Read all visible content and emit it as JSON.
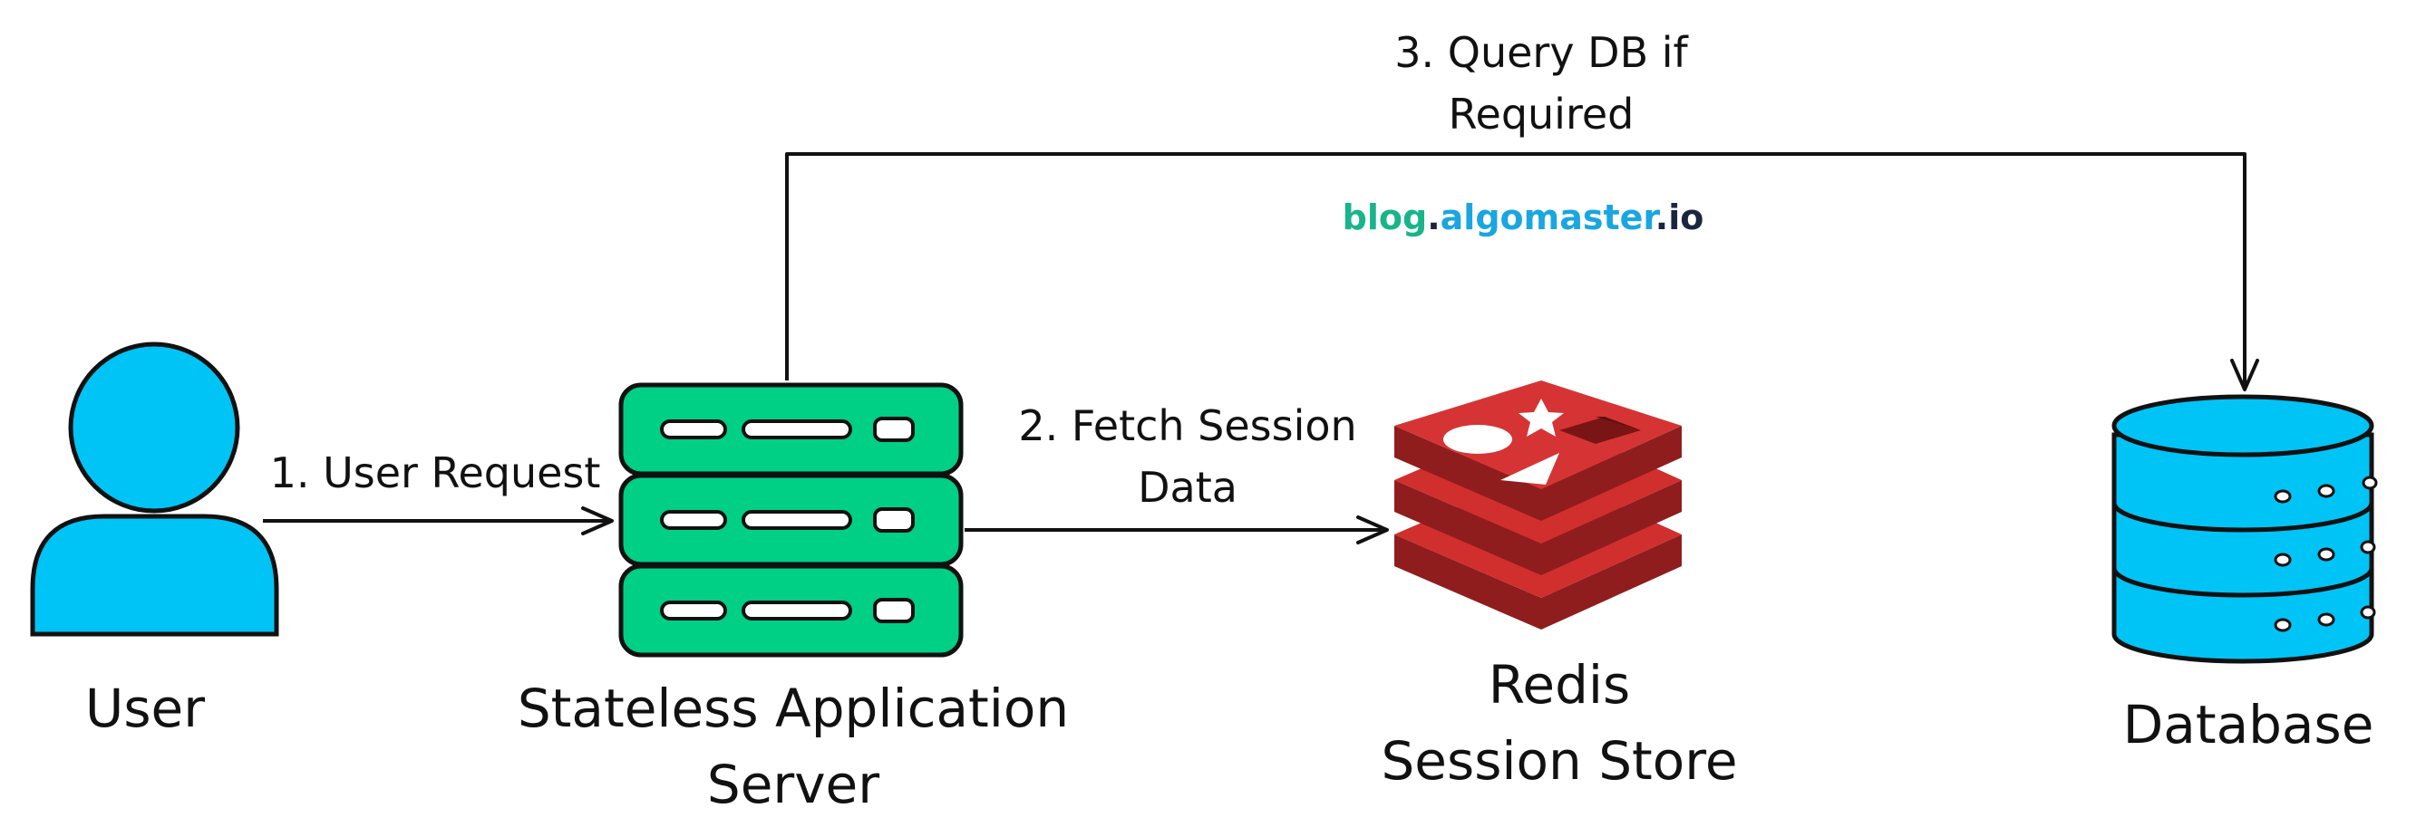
{
  "brand": {
    "part1": "blog",
    "dot1": ".",
    "part2": "algomaster",
    "dot2": ".",
    "part3": "io",
    "colors": {
      "part1": "#19b48a",
      "part2": "#1aa6e0",
      "part3": "#1b2540"
    }
  },
  "arrows": {
    "user_request": "1. User Request",
    "fetch_session_line1": "2. Fetch Session",
    "fetch_session_line2": "Data",
    "query_db_line1": "3. Query DB if",
    "query_db_line2": "Required"
  },
  "nodes": {
    "user": {
      "label": "User",
      "icon": "person-icon",
      "color": "#00c4f5"
    },
    "app_server": {
      "line1": "Stateless Application",
      "line2": "Server",
      "icon": "server-stack-icon",
      "color": "#00cf86"
    },
    "redis": {
      "line1": "Redis",
      "line2": "Session Store",
      "icon": "redis-icon",
      "color": "#d12e2e"
    },
    "database": {
      "label": "Database",
      "icon": "database-icon",
      "color": "#00c4f5"
    }
  }
}
